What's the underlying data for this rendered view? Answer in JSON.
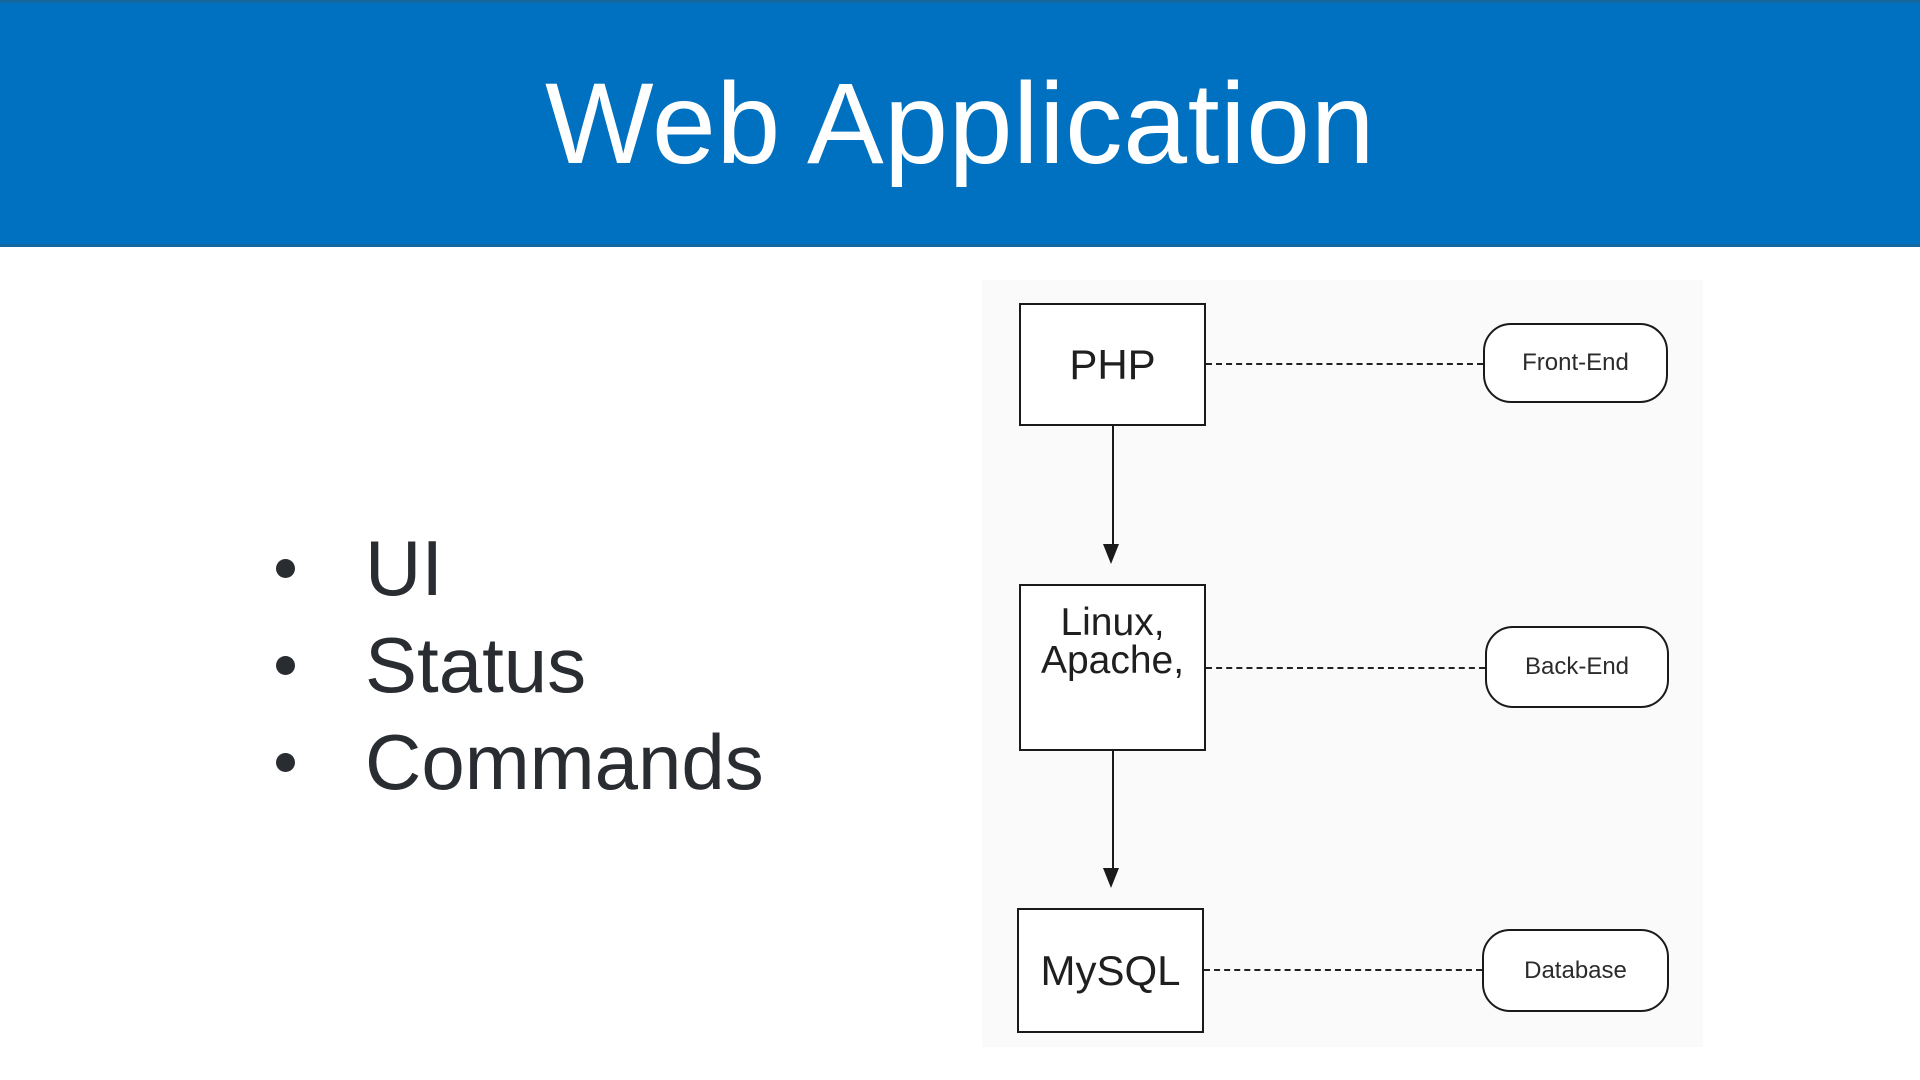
{
  "slide": {
    "title": "Web Application"
  },
  "bullets": [
    {
      "label": "UI"
    },
    {
      "label": "Status"
    },
    {
      "label": "Commands"
    }
  ],
  "diagram": {
    "rows": [
      {
        "box_label": "PHP",
        "node_label": "Front-End"
      },
      {
        "box_lines": [
          "Linux,",
          "Apache,"
        ],
        "node_label": "Back-End"
      },
      {
        "box_label": "MySQL",
        "node_label": "Database"
      }
    ],
    "arrows": [
      {
        "from": "PHP",
        "to": "Linux, Apache,"
      },
      {
        "from": "Linux, Apache,",
        "to": "MySQL"
      }
    ]
  },
  "colors": {
    "banner_blue": "#0070c0",
    "banner_edge": "#14689f",
    "title_text": "#ffffff",
    "body_text": "#292d32",
    "diagram_line": "#1a1a1a",
    "diagram_bg": "#fafafa"
  }
}
